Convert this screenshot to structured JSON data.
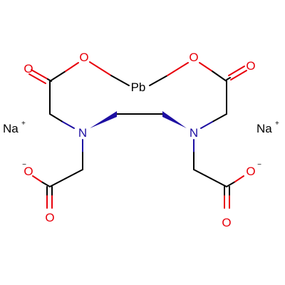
{
  "atoms": {
    "pb": "Pb",
    "o_ring_left": "O",
    "o_ring_right": "O",
    "o_carbonyl_top_left": "O",
    "o_carbonyl_top_right": "O",
    "o_anion_left": "O",
    "o_anion_right": "O",
    "o_carbonyl_bottom_left": "O",
    "o_carbonyl_bottom_right": "O",
    "n_left": "N",
    "n_right": "N"
  },
  "counter_ions": {
    "left": {
      "symbol": "Na",
      "charge": "+"
    },
    "right": {
      "symbol": "Na",
      "charge": "+"
    }
  },
  "charges": {
    "o_anion_left": "−",
    "o_anion_right": "−"
  },
  "colors": {
    "oxygen": "#e8000b",
    "nitrogen": "#1d0fa2",
    "carbon_bond": "#000000",
    "metal": "#000000"
  }
}
